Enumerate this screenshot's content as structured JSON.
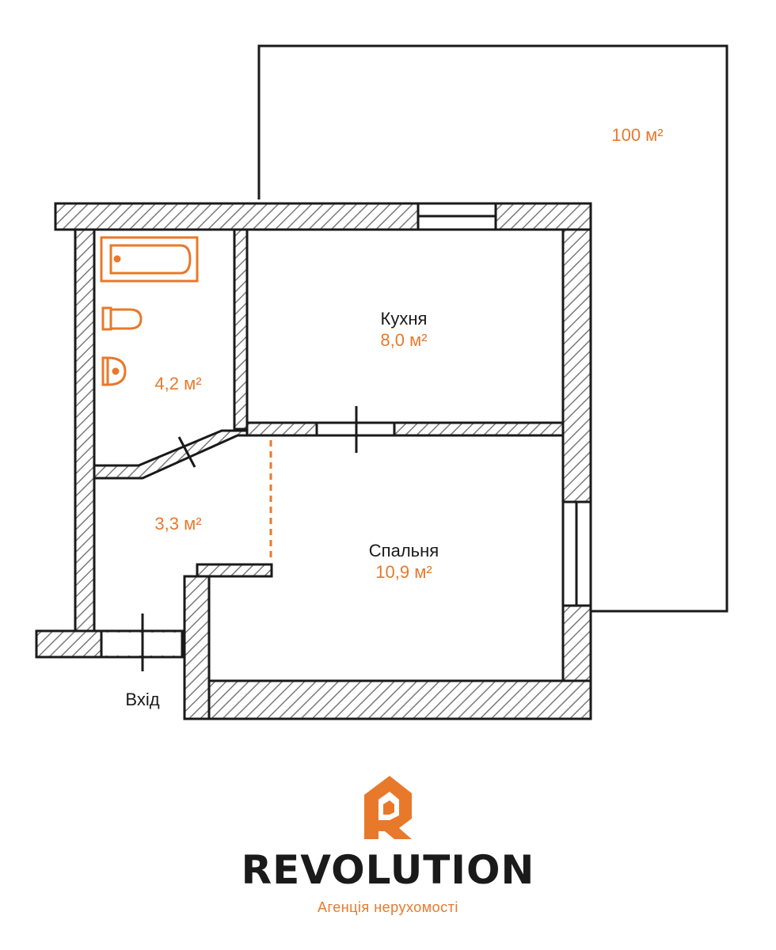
{
  "colors": {
    "accent": "#e8792b",
    "wall_stroke": "#2a2a2a",
    "hatch": "#777777",
    "text": "#1a1a1a"
  },
  "rooms": {
    "terrace": {
      "area": "100 м²"
    },
    "kitchen": {
      "name": "Кухня",
      "area": "8,0 м²"
    },
    "bathroom": {
      "area": "4,2 м²"
    },
    "hallway": {
      "area": "3,3 м²"
    },
    "bedroom": {
      "name": "Спальня",
      "area": "10,9 м²"
    }
  },
  "entrance_label": "Вхід",
  "brand": {
    "name": "REVOLUTION",
    "tagline": "Агенція нерухомості",
    "logo_icon": "house-r-logo-icon"
  }
}
